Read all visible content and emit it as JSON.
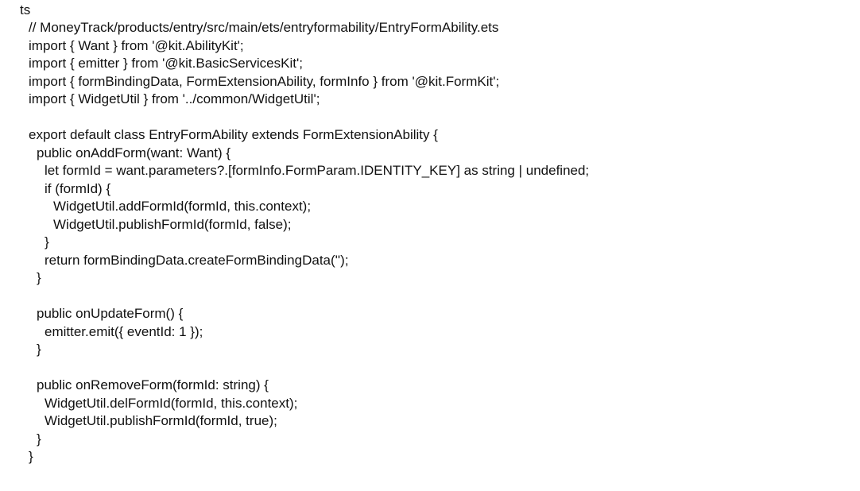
{
  "language_label": "ts",
  "code_lines": [
    "// MoneyTrack/products/entry/src/main/ets/entryformability/EntryFormAbility.ets",
    "import { Want } from '@kit.AbilityKit';",
    "import { emitter } from '@kit.BasicServicesKit';",
    "import { formBindingData, FormExtensionAbility, formInfo } from '@kit.FormKit';",
    "import { WidgetUtil } from '../common/WidgetUtil';",
    "",
    "export default class EntryFormAbility extends FormExtensionAbility {",
    "public onAddForm(want: Want) {",
    "let formId = want.parameters?.[formInfo.FormParam.IDENTITY_KEY] as string | undefined;",
    "if (formId) {",
    "WidgetUtil.addFormId(formId, this.context);",
    "WidgetUtil.publishFormId(formId, false);",
    "}",
    "return formBindingData.createFormBindingData('');",
    "}",
    "",
    "public onUpdateForm() {",
    "emitter.emit({ eventId: 1 });",
    "}",
    "",
    "public onRemoveForm(formId: string) {",
    "WidgetUtil.delFormId(formId, this.context);",
    "WidgetUtil.publishFormId(formId, true);",
    "}",
    "}"
  ]
}
